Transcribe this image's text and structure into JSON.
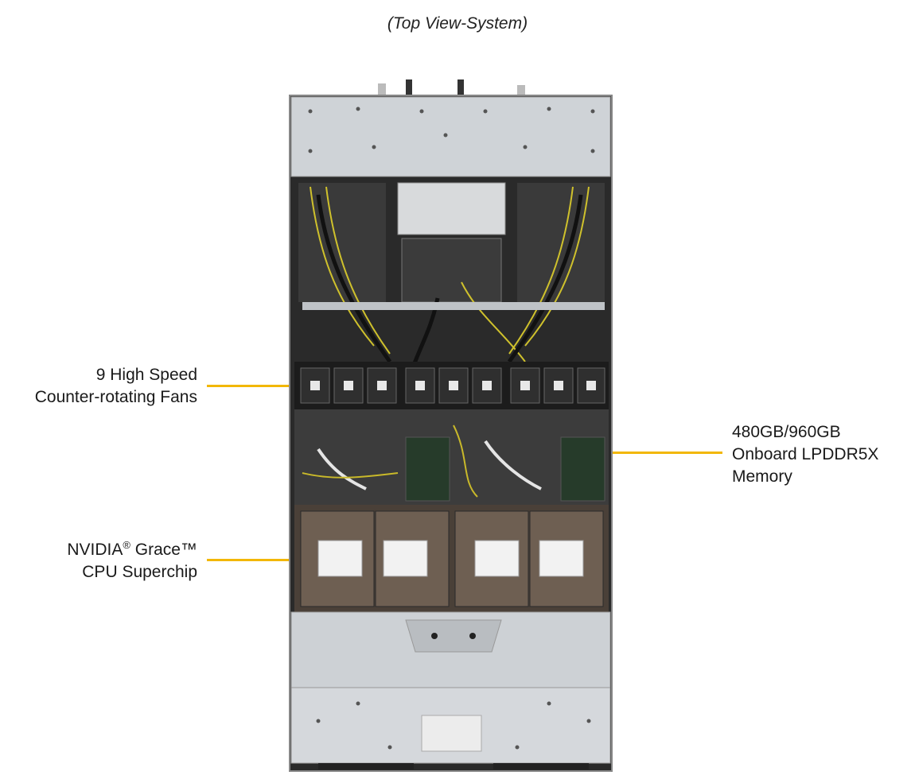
{
  "caption": "(Top View-System)",
  "colors": {
    "leader": "#f2b705",
    "chassis_metal": "#c8ccd1",
    "cable": "#1b1b1b",
    "heatsink": "#6e5f52"
  },
  "callouts": {
    "fans": {
      "line1": "9 High Speed",
      "line2": "Counter-rotating Fans"
    },
    "cpu": {
      "line1_prefix": "NVIDIA",
      "reg": "®",
      "line1_suffix": " Grace™",
      "line2": "CPU Superchip"
    },
    "memory": {
      "line1": "480GB/960GB",
      "line2": "Onboard LPDDR5X",
      "line3": "Memory"
    }
  },
  "fan_count": 9,
  "heatsink_count": 4
}
